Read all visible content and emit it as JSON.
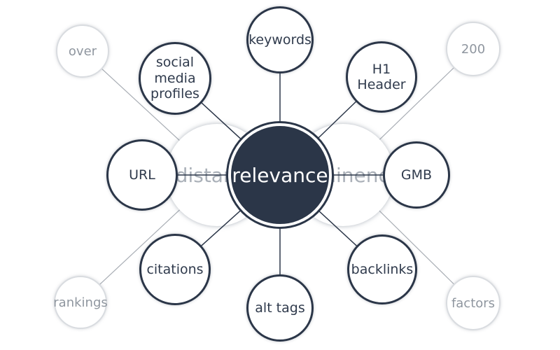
{
  "diagram": {
    "center": {
      "label": "relevance"
    },
    "themes": [
      {
        "id": "distance",
        "label": "distance"
      },
      {
        "id": "prominence",
        "label": "prominence"
      }
    ],
    "nodes": [
      {
        "id": "keywords",
        "label": "keywords"
      },
      {
        "id": "social-media-profiles",
        "label": "social media profiles"
      },
      {
        "id": "h1-header",
        "label": "H1 Header"
      },
      {
        "id": "url",
        "label": "URL"
      },
      {
        "id": "gmb",
        "label": "GMB"
      },
      {
        "id": "citations",
        "label": "citations"
      },
      {
        "id": "backlinks",
        "label": "backlinks"
      },
      {
        "id": "alt-tags",
        "label": "alt tags"
      }
    ],
    "faded_nodes": [
      {
        "id": "over",
        "label": "over"
      },
      {
        "id": "200",
        "label": "200"
      },
      {
        "id": "rankings",
        "label": "rankings"
      },
      {
        "id": "factors",
        "label": "factors"
      }
    ],
    "colors": {
      "dark_navy": "#2b3648",
      "node_text": "#2f3a4c",
      "theme_text": "#aab0b8",
      "faded_text": "#8f969f",
      "faded_border": "#d9dce0",
      "background": "#ffffff"
    }
  }
}
